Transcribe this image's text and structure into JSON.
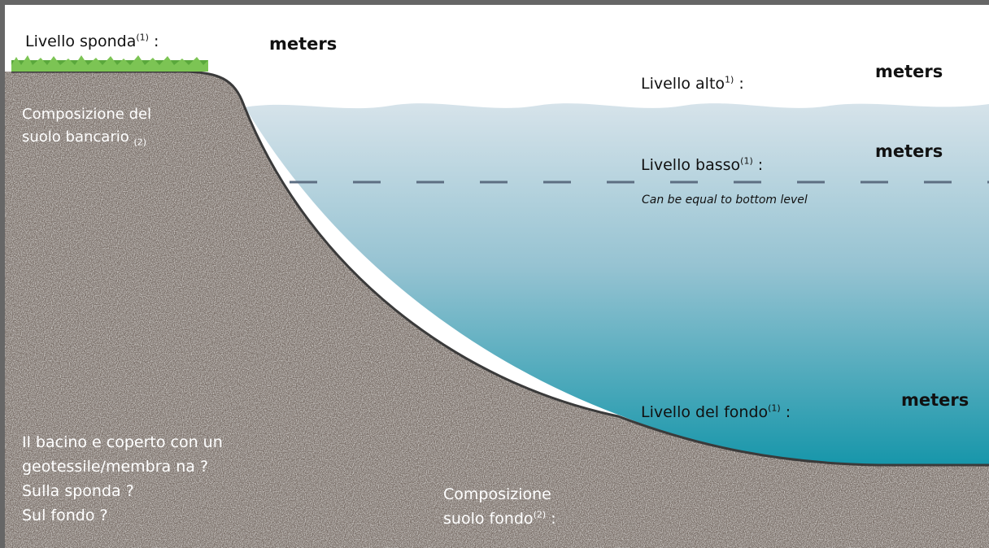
{
  "labels": {
    "bank_level": "Livello sponda",
    "bank_level_sup": "(1)",
    "bank_level_colon": " :",
    "high_level": "Livello alto",
    "high_level_sup": "1)",
    "high_level_colon": " :",
    "low_level": "Livello basso",
    "low_level_sup": "(1)",
    "low_level_colon": " :",
    "low_level_note": "Can be equal to bottom level",
    "bottom_level": "Livello del fondo",
    "bottom_level_sup": "(1)",
    "bottom_level_colon": " :",
    "bank_soil_line1": "Composizione del",
    "bank_soil_line2": "suolo bancario",
    "bank_soil_sub": "(2)",
    "geotextile_q1": "Il bacino e coperto con un",
    "geotextile_q2": "geotessile/membra na ?",
    "geotextile_q3": "Sulla sponda ?",
    "geotextile_q4": "Sul fondo ?",
    "bottom_soil_line1": "Composizione",
    "bottom_soil_line2": "suolo fondo",
    "bottom_soil_sup": "(2)",
    "bottom_soil_colon": " :"
  },
  "units": {
    "bank": "meters",
    "high": "meters",
    "low": "meters",
    "bottom": "meters"
  },
  "colors": {
    "ground": "#7b716b",
    "ground_outline": "#3a3a3a",
    "water_top": "#d6e3ea",
    "water_bottom": "#1796aa",
    "dashed_line": "#5d6e82",
    "grass": "#5aa83c"
  }
}
